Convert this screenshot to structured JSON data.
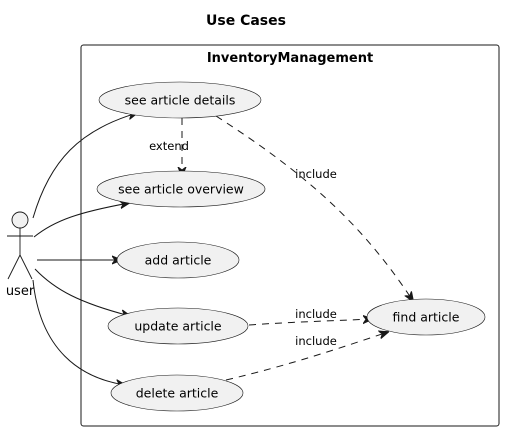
{
  "diagram": {
    "title": "Use Cases",
    "package": {
      "title": "InventoryManagement"
    },
    "actor": {
      "label": "user"
    },
    "use_cases": {
      "see_details": "see article details",
      "see_overview": "see article overview",
      "add": "add article",
      "update": "update article",
      "delete": "delete article",
      "find": "find article"
    },
    "relations": {
      "extend": "extend",
      "include_details_find": "include",
      "include_update_find": "include",
      "include_delete_find": "include"
    }
  }
}
